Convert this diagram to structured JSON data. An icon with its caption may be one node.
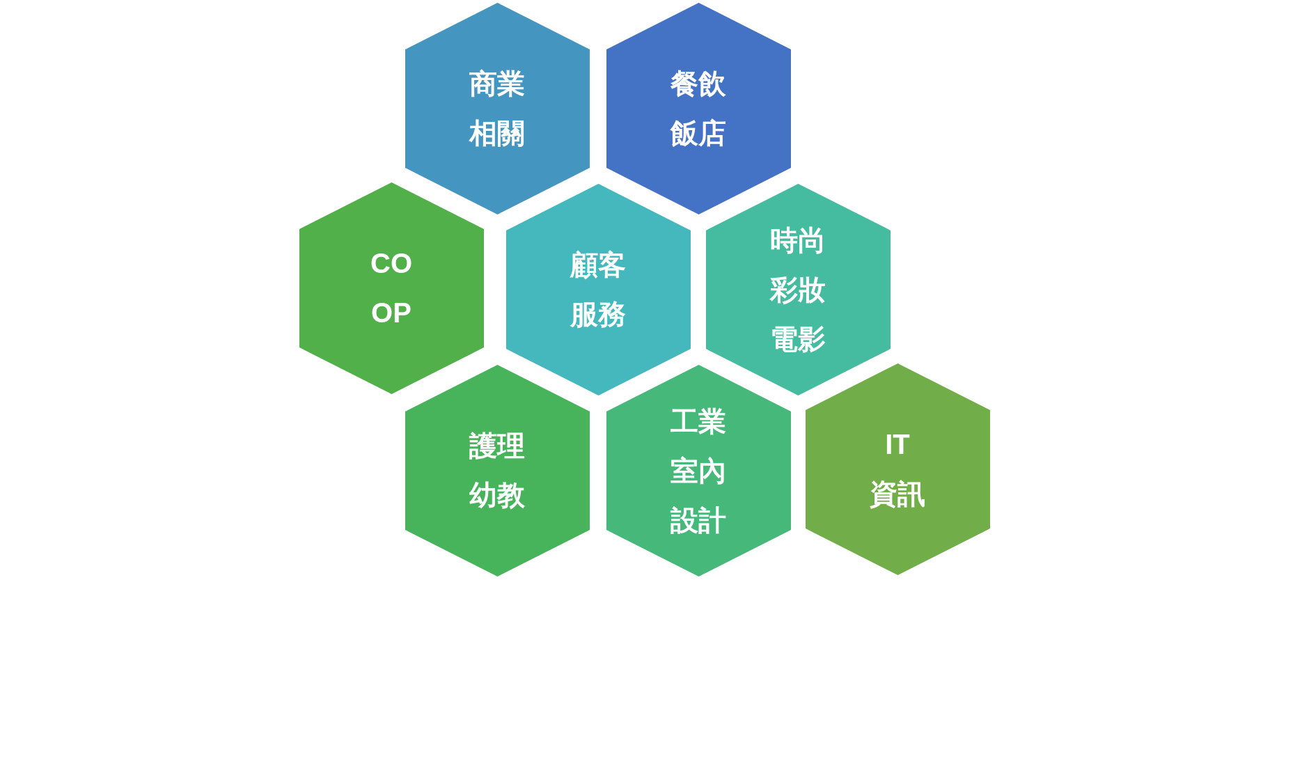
{
  "diagram": {
    "nodes": [
      {
        "text": [
          "商業相關"
        ]
      },
      {
        "text": [
          "餐飲飯店"
        ]
      },
      {
        "text": [
          "CO OP"
        ]
      },
      {
        "text": [
          "顧客服務"
        ]
      },
      {
        "text": [
          "時尚彩妝電影"
        ]
      },
      {
        "text": [
          "護理幼教"
        ]
      },
      {
        "text": [
          "工業室內設計"
        ]
      },
      {
        "text": [
          "IT 資訊"
        ]
      }
    ]
  }
}
